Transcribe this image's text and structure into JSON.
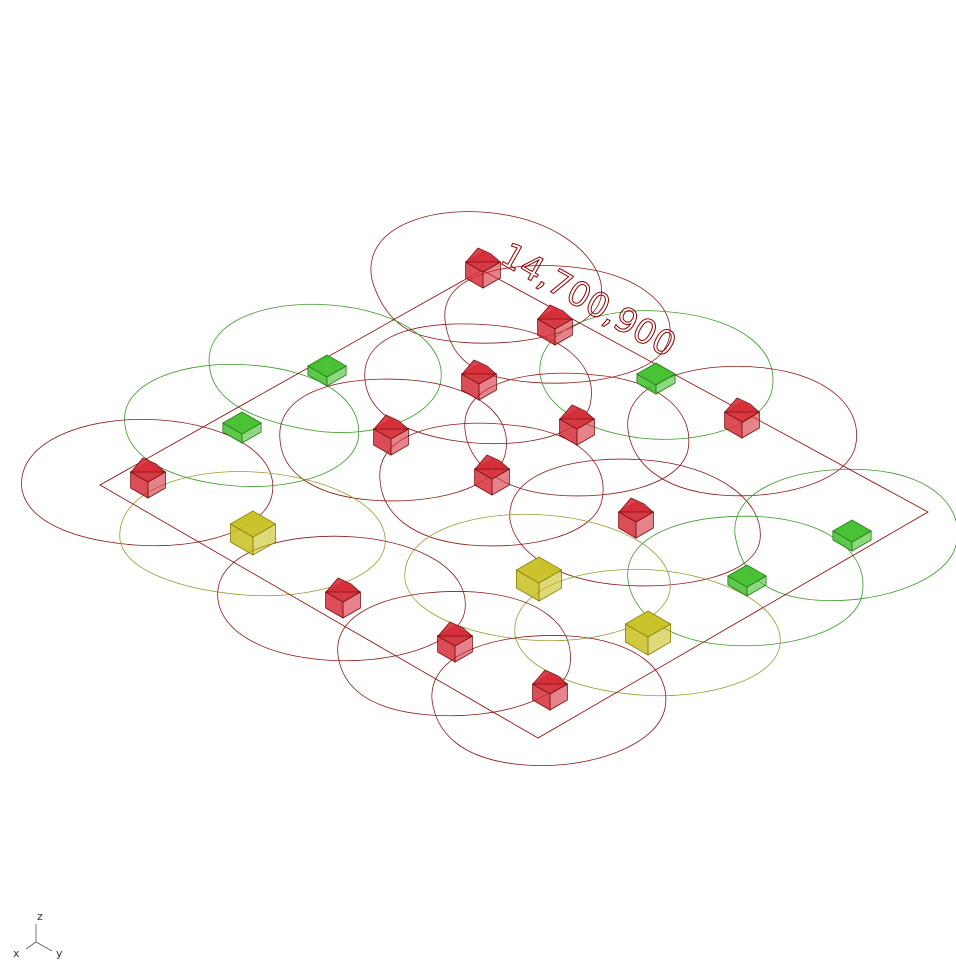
{
  "viewport": {
    "value_label": "14,700,900",
    "colors": {
      "boundary": "#8b0000",
      "house": "#d62f3a",
      "green_block": "#3fbf2a",
      "yellow_block": "#c8c020",
      "ring_green": "#3a9a2a",
      "ring_olive": "#9a9a30",
      "ring_red": "#8b1a1a"
    }
  },
  "axes": {
    "x": "x",
    "y": "y",
    "z": "z"
  }
}
